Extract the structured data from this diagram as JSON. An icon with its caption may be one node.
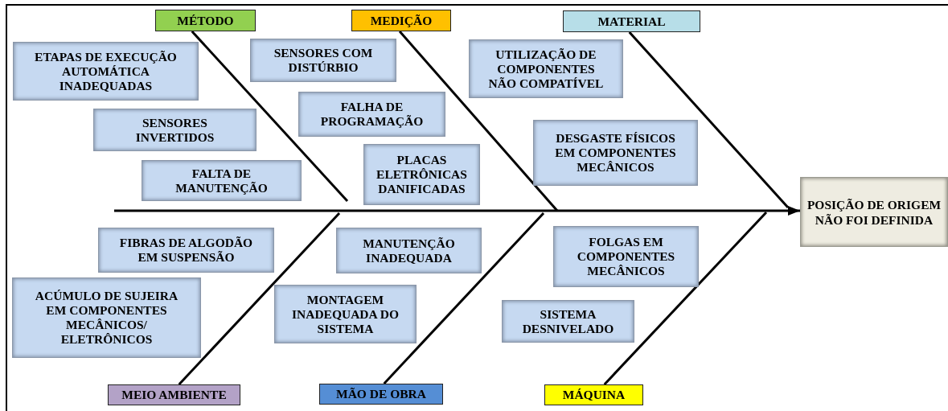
{
  "diagram": {
    "nodes": [
      {
        "text": [
          "MÉTODO"
        ]
      },
      {
        "text": [
          "MEDIÇÃO"
        ]
      },
      {
        "text": [
          "MATERIAL"
        ]
      },
      {
        "text": [
          "ETAPAS DE EXECUÇÃO AUTOMÁTICA INADEQUADAS"
        ]
      },
      {
        "text": [
          "SENSORES COM DISTÚRBIO"
        ]
      },
      {
        "text": [
          "UTILIZAÇÃO DE COMPONENTES NÃO COMPATÍVEL"
        ]
      },
      {
        "text": [
          "SENSORES INVERTIDOS"
        ]
      },
      {
        "text": [
          "FALHA DE PROGRAMAÇÃO"
        ]
      },
      {
        "text": [
          "DESGASTE FÍSICOS EM COMPONENTES MECÂNICOS"
        ]
      },
      {
        "text": [
          "FALTA DE MANUTENÇÃO"
        ]
      },
      {
        "text": [
          "PLACAS ELETRÔNICAS DANIFICADAS"
        ]
      },
      {
        "text": [
          "POSIÇÃO DE ORIGEM NÃO FOI DEFINIDA"
        ]
      },
      {
        "text": [
          "FIBRAS DE ALGODÃO EM SUSPENSÃO"
        ]
      },
      {
        "text": [
          "MANUTENÇÃO INADEQUADA"
        ]
      },
      {
        "text": [
          "FOLGAS EM COMPONENTES MECÂNICOS"
        ]
      },
      {
        "text": [
          "ACÚMULO DE SUJEIRA EM COMPONENTES MECÂNICOS/ ELETRÔNICOS"
        ]
      },
      {
        "text": [
          "MONTAGEM INADEQUADA DO SISTEMA"
        ]
      },
      {
        "text": [
          "SISTEMA DESNIVELADO"
        ]
      },
      {
        "text": [
          "MEIO AMBIENTE"
        ]
      },
      {
        "text": [
          "MÃO DE OBRA"
        ]
      },
      {
        "text": [
          "MÁQUINA"
        ]
      }
    ],
    "edges": [
      {
        "from": null,
        "to": 11,
        "arrow": "to"
      },
      {
        "from": 0,
        "to": null,
        "arrow": "none"
      },
      {
        "from": 1,
        "to": null,
        "arrow": "none"
      },
      {
        "from": 2,
        "to": null,
        "arrow": "none"
      },
      {
        "from": 18,
        "to": null,
        "arrow": "none"
      },
      {
        "from": 19,
        "to": null,
        "arrow": "none"
      },
      {
        "from": 20,
        "to": null,
        "arrow": "none"
      }
    ]
  }
}
